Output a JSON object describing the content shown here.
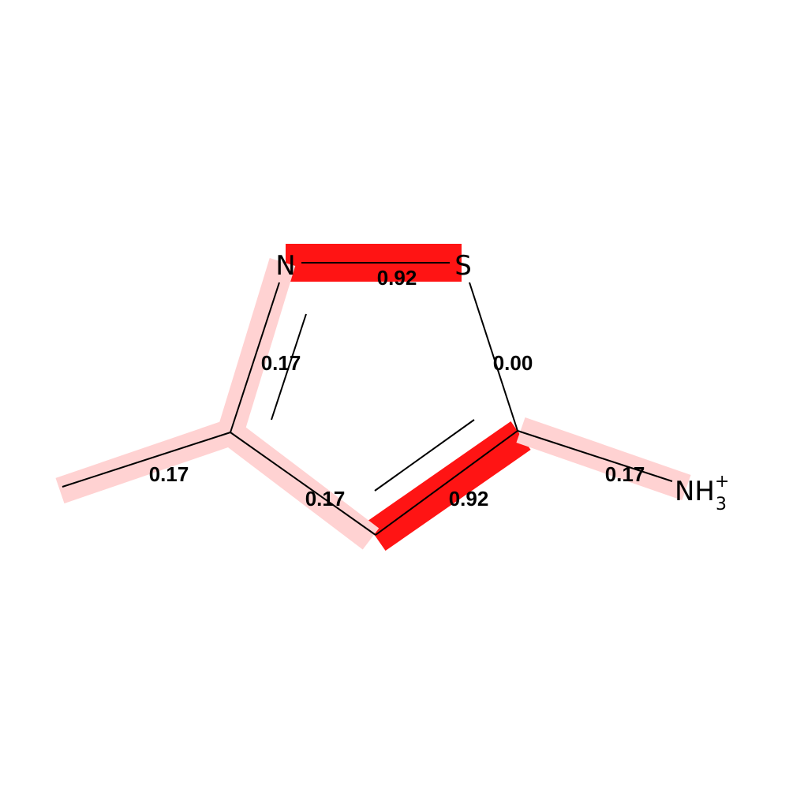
{
  "atoms": {
    "nitrogen": "N",
    "sulfur": "S",
    "amine": "NH",
    "amine_sub": "3",
    "amine_charge": "+"
  },
  "bond_scores": {
    "n_s": "0.92",
    "s_c5": "0.00",
    "c3_n": "0.17",
    "c3_methyl": "0.17",
    "c3_c4": "0.17",
    "c4_c5": "0.92",
    "c5_nh3": "0.17"
  },
  "colors": {
    "high": "#ff1414",
    "low": "#ffd2d2",
    "bond": "#000000"
  }
}
